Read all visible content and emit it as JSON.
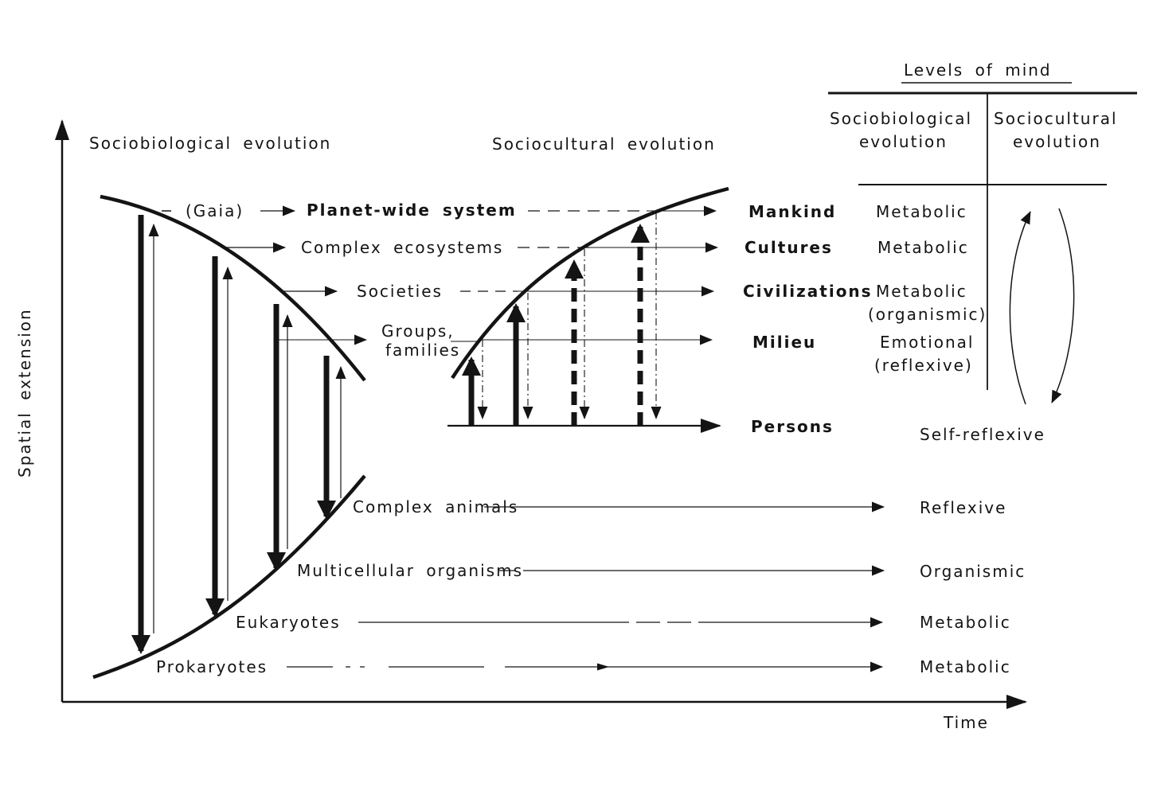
{
  "titles": {
    "left_panel": "Sociobiological evolution",
    "middle_panel": "Sociocultural evolution"
  },
  "axes": {
    "y_label": "Spatial extension",
    "x_label": "Time"
  },
  "mind_table": {
    "title": "Levels of mind",
    "col1_line1": "Sociobiological",
    "col1_line2": "evolution",
    "col2_line1": "Sociocultural",
    "col2_line2": "evolution"
  },
  "biosphere_levels": {
    "gaia": "(Gaia)",
    "planet_wide": "Planet-wide system",
    "ecosystems": "Complex ecosystems",
    "societies": "Societies",
    "groups_line1": "Groups,",
    "groups_line2": "families"
  },
  "sociocultural_levels": {
    "mankind": "Mankind",
    "cultures": "Cultures",
    "civilizations": "Civilizations",
    "milieu": "Milieu",
    "persons": "Persons"
  },
  "mind_levels_upper": {
    "mankind": "Metabolic",
    "cultures": "Metabolic",
    "civilizations_line1": "Metabolic",
    "civilizations_line2": "(organismic)",
    "milieu_line1": "Emotional",
    "milieu_line2": "(reflexive)",
    "persons": "Self-reflexive"
  },
  "organism_levels": {
    "complex_animals": "Complex animals",
    "multicellular_organisms": "Multicellular organisms",
    "eukaryotes": "Eukaryotes",
    "prokaryotes": "Prokaryotes"
  },
  "mind_levels_lower": {
    "complex_animals": "Reflexive",
    "multicellular_organisms": "Organismic",
    "eukaryotes": "Metabolic",
    "prokaryotes": "Metabolic"
  },
  "colors": {
    "ink": "#141414",
    "paper": "#ffffff"
  }
}
